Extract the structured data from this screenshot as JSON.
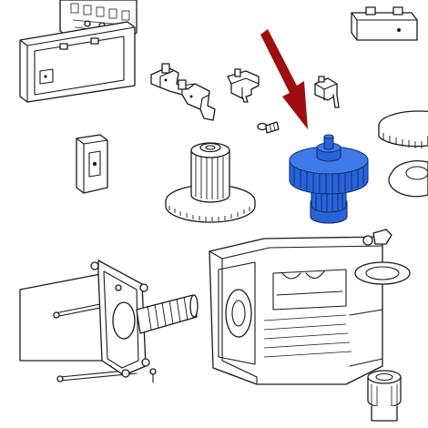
{
  "diagram": {
    "highlighted_part": "pinion-gear",
    "colors": {
      "line": "#1a1a1a",
      "background": "#ffffff",
      "highlight": "#2a63d6",
      "arrow": "#9e0e0e"
    },
    "parts": [
      "terminal-block",
      "circuit-board-bracket",
      "cable-clamp-left",
      "cable-clamp-right",
      "small-screw",
      "sliding-block",
      "double-gear",
      "pinion-gear",
      "side-gears",
      "motor",
      "worm-screw",
      "gearbox-housing",
      "cable-gland"
    ]
  }
}
